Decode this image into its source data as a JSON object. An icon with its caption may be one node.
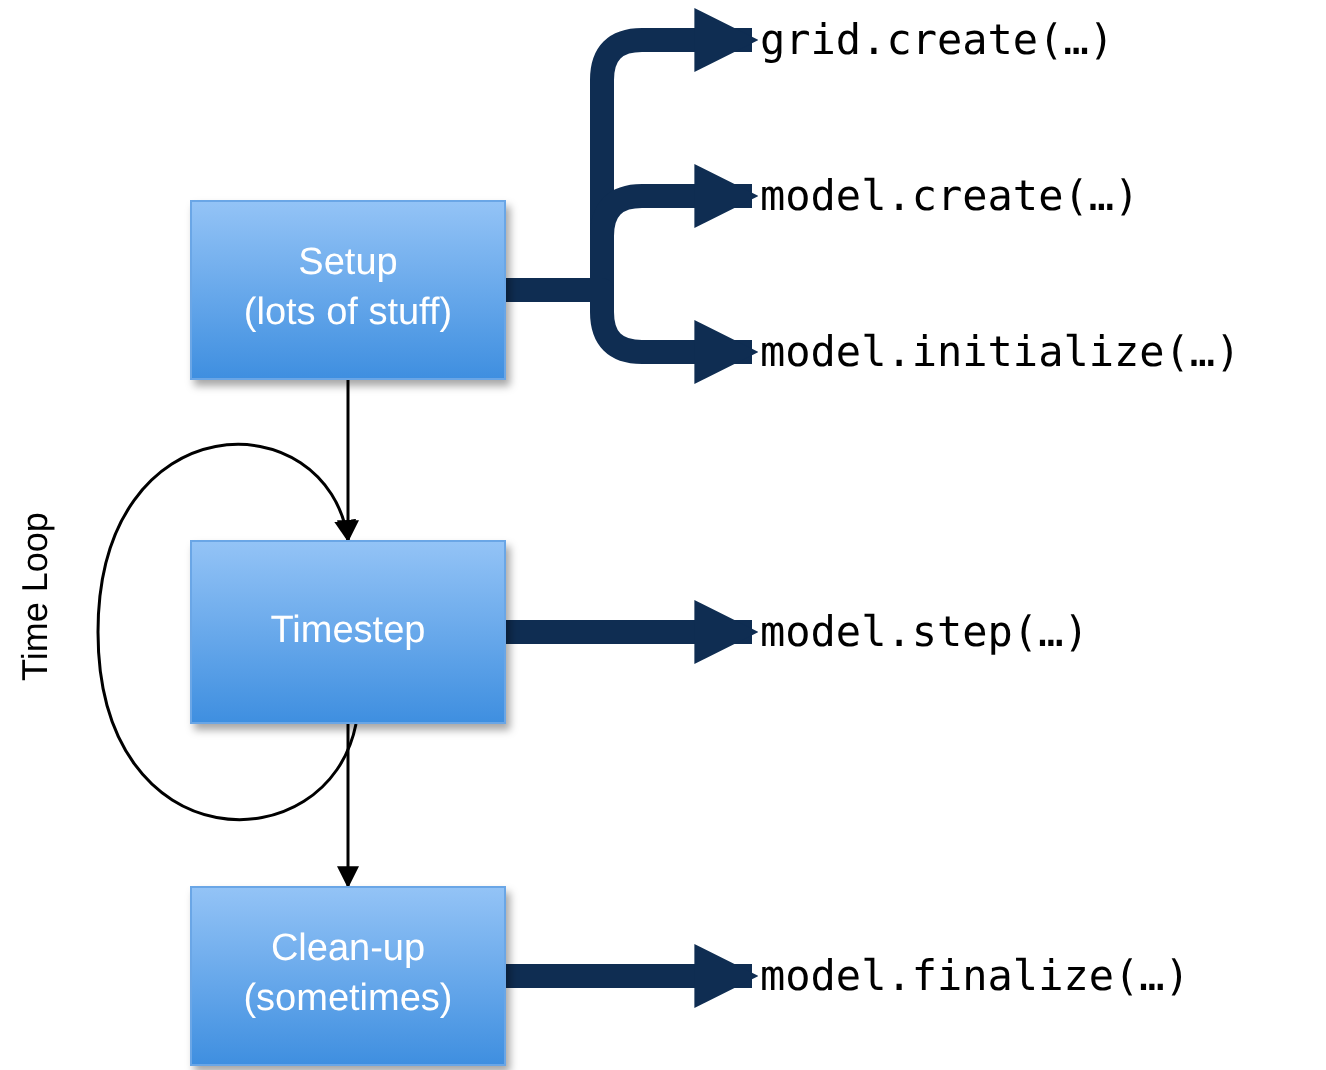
{
  "diagram": {
    "nodes": [
      {
        "text": [
          "Setup (lots of stuff)"
        ]
      },
      {
        "text": [
          "Timestep"
        ]
      },
      {
        "text": [
          "Clean-up (sometimes)"
        ]
      },
      {
        "text": [
          "grid.create(…)"
        ]
      },
      {
        "text": [
          "model.create(…)"
        ]
      },
      {
        "text": [
          "model.initialize(…)"
        ]
      },
      {
        "text": [
          "model.step(…)"
        ]
      },
      {
        "text": [
          "model.finalize(…)"
        ]
      }
    ],
    "edges": [
      {
        "from": 0,
        "to": 1,
        "arrow": "to",
        "color": "#000000"
      },
      {
        "from": 1,
        "to": 1,
        "arrow": "to",
        "color": "#000000"
      },
      {
        "from": 1,
        "to": 2,
        "arrow": "to",
        "color": "#000000"
      },
      {
        "from": 0,
        "to": 3,
        "arrow": "to"
      },
      {
        "from": 0,
        "to": 4,
        "arrow": "to"
      },
      {
        "from": 0,
        "to": 5,
        "arrow": "to"
      },
      {
        "from": 1,
        "to": 6,
        "arrow": "to"
      },
      {
        "from": 2,
        "to": 7,
        "arrow": "to"
      }
    ],
    "labels": [
      "Time Loop"
    ]
  }
}
